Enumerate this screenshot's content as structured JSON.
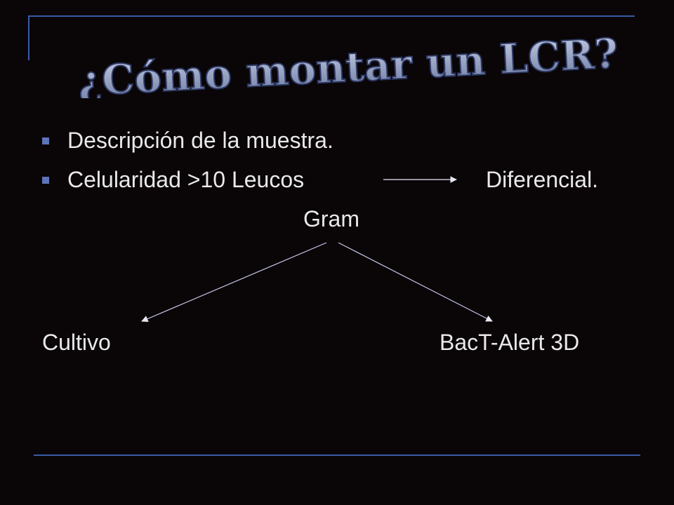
{
  "slide": {
    "title": "¿Cómo montar un LCR?",
    "bullets": [
      "Descripción de la muestra.",
      "Celularidad >10 Leucos"
    ],
    "diferencial": "Diferencial.",
    "gram": "Gram",
    "cultivo": "Cultivo",
    "bact": "BacT-Alert 3D"
  },
  "colors": {
    "background": "#0a0507",
    "accent_blue": "#3b5ba8",
    "bullet": "#5d74b8",
    "text": "#e9e9e9",
    "title_fill": "#9aa5c4"
  }
}
